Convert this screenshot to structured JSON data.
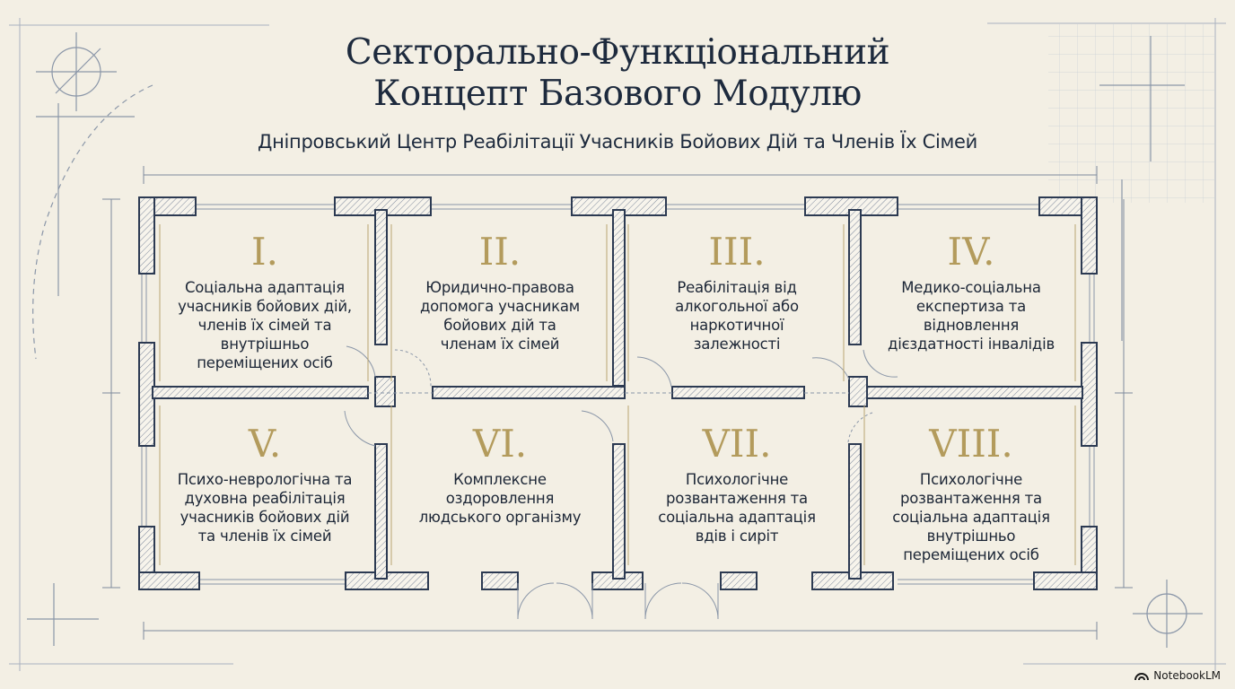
{
  "header": {
    "title_line1": "Секторально-Функціональний",
    "title_line2": "Концепт Базового Модулю",
    "subtitle": "Дніпровський Центр Реабілітації Учасників Бойових Дій та Членів Їх Сімей"
  },
  "rooms": [
    {
      "numeral": "I.",
      "lines": [
        "Соціальна адаптація",
        "учасників бойових дій,",
        "членів їх сімей та",
        "внутрішньо",
        "переміщених осіб"
      ]
    },
    {
      "numeral": "II.",
      "lines": [
        "Юридично-правова",
        "допомога учасникам",
        "бойових дій та",
        "членам їх сімей"
      ]
    },
    {
      "numeral": "III.",
      "lines": [
        "Реабілітація від",
        "алкогольної або",
        "наркотичної",
        "залежності"
      ]
    },
    {
      "numeral": "IV.",
      "lines": [
        "Медико-соціальна",
        "експертиза та",
        "відновлення",
        "дієздатності інвалідів"
      ]
    },
    {
      "numeral": "V.",
      "lines": [
        "Психо-неврологічна та",
        "духовна реабілітація",
        "учасників бойових дій",
        "та членів їх сімей"
      ]
    },
    {
      "numeral": "VI.",
      "lines": [
        "Комплексне",
        "оздоровлення",
        "людського організму"
      ]
    },
    {
      "numeral": "VII.",
      "lines": [
        "Психологічне",
        "розвантаження та",
        "соціальна адаптація",
        "вдів і сиріт"
      ]
    },
    {
      "numeral": "VIII.",
      "lines": [
        "Психологічне",
        "розвантаження та",
        "соціальна адаптація",
        "внутрішньо",
        "переміщених осіб"
      ]
    }
  ],
  "footer": {
    "brand": "NotebookLM",
    "brand_icon": "notebooklm-logo-icon"
  },
  "colors": {
    "wall": "#2c3a52",
    "numeral": "#b39b5c",
    "background": "#f3efe4",
    "line": "#8a96a8"
  }
}
